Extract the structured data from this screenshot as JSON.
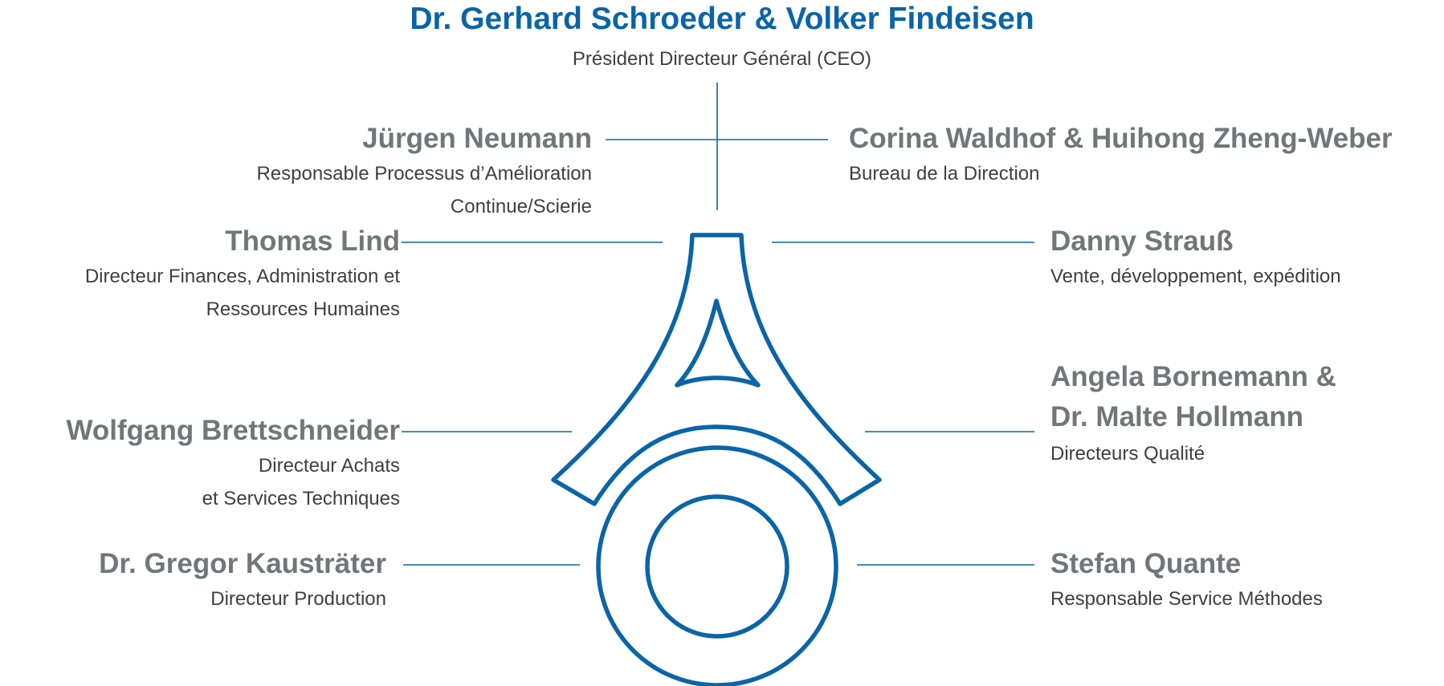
{
  "ceo": {
    "name": "Dr. Gerhard Schroeder & Volker Findeisen",
    "role": "Président Directeur Général (CEO)"
  },
  "people": {
    "neumann": {
      "name": "Jürgen Neumann",
      "role": "Responsable Processus d’Amélioration\nContinue/Scierie"
    },
    "waldhof": {
      "name": "Corina Waldhof & Huihong Zheng-Weber",
      "role": "Bureau de la Direction"
    },
    "lind": {
      "name": "Thomas Lind",
      "role": "Directeur Finances, Administration et\nRessources Humaines"
    },
    "strauss": {
      "name": "Danny Strauß",
      "role": "Vente, développement, expédition"
    },
    "bornemann": {
      "name_line1": "Angela Bornemann &",
      "name_line2": "Dr. Malte Hollmann",
      "role": "Directeurs Qualité"
    },
    "brett": {
      "name": "Wolfgang Brettschneider",
      "role": "Directeur Achats\net Services Techniques"
    },
    "kaus": {
      "name": "Dr. Gregor Kausträter",
      "role": "Directeur Production"
    },
    "quante": {
      "name": "Stefan Quante",
      "role": "Responsable Service Méthodes"
    }
  },
  "colors": {
    "title_blue": "#0a64a8",
    "name_gray": "#6f7778",
    "role_dark": "#3d3f41",
    "line_blue": "#0a64a8"
  },
  "emblem": {
    "icon": "company-logo-icon"
  }
}
